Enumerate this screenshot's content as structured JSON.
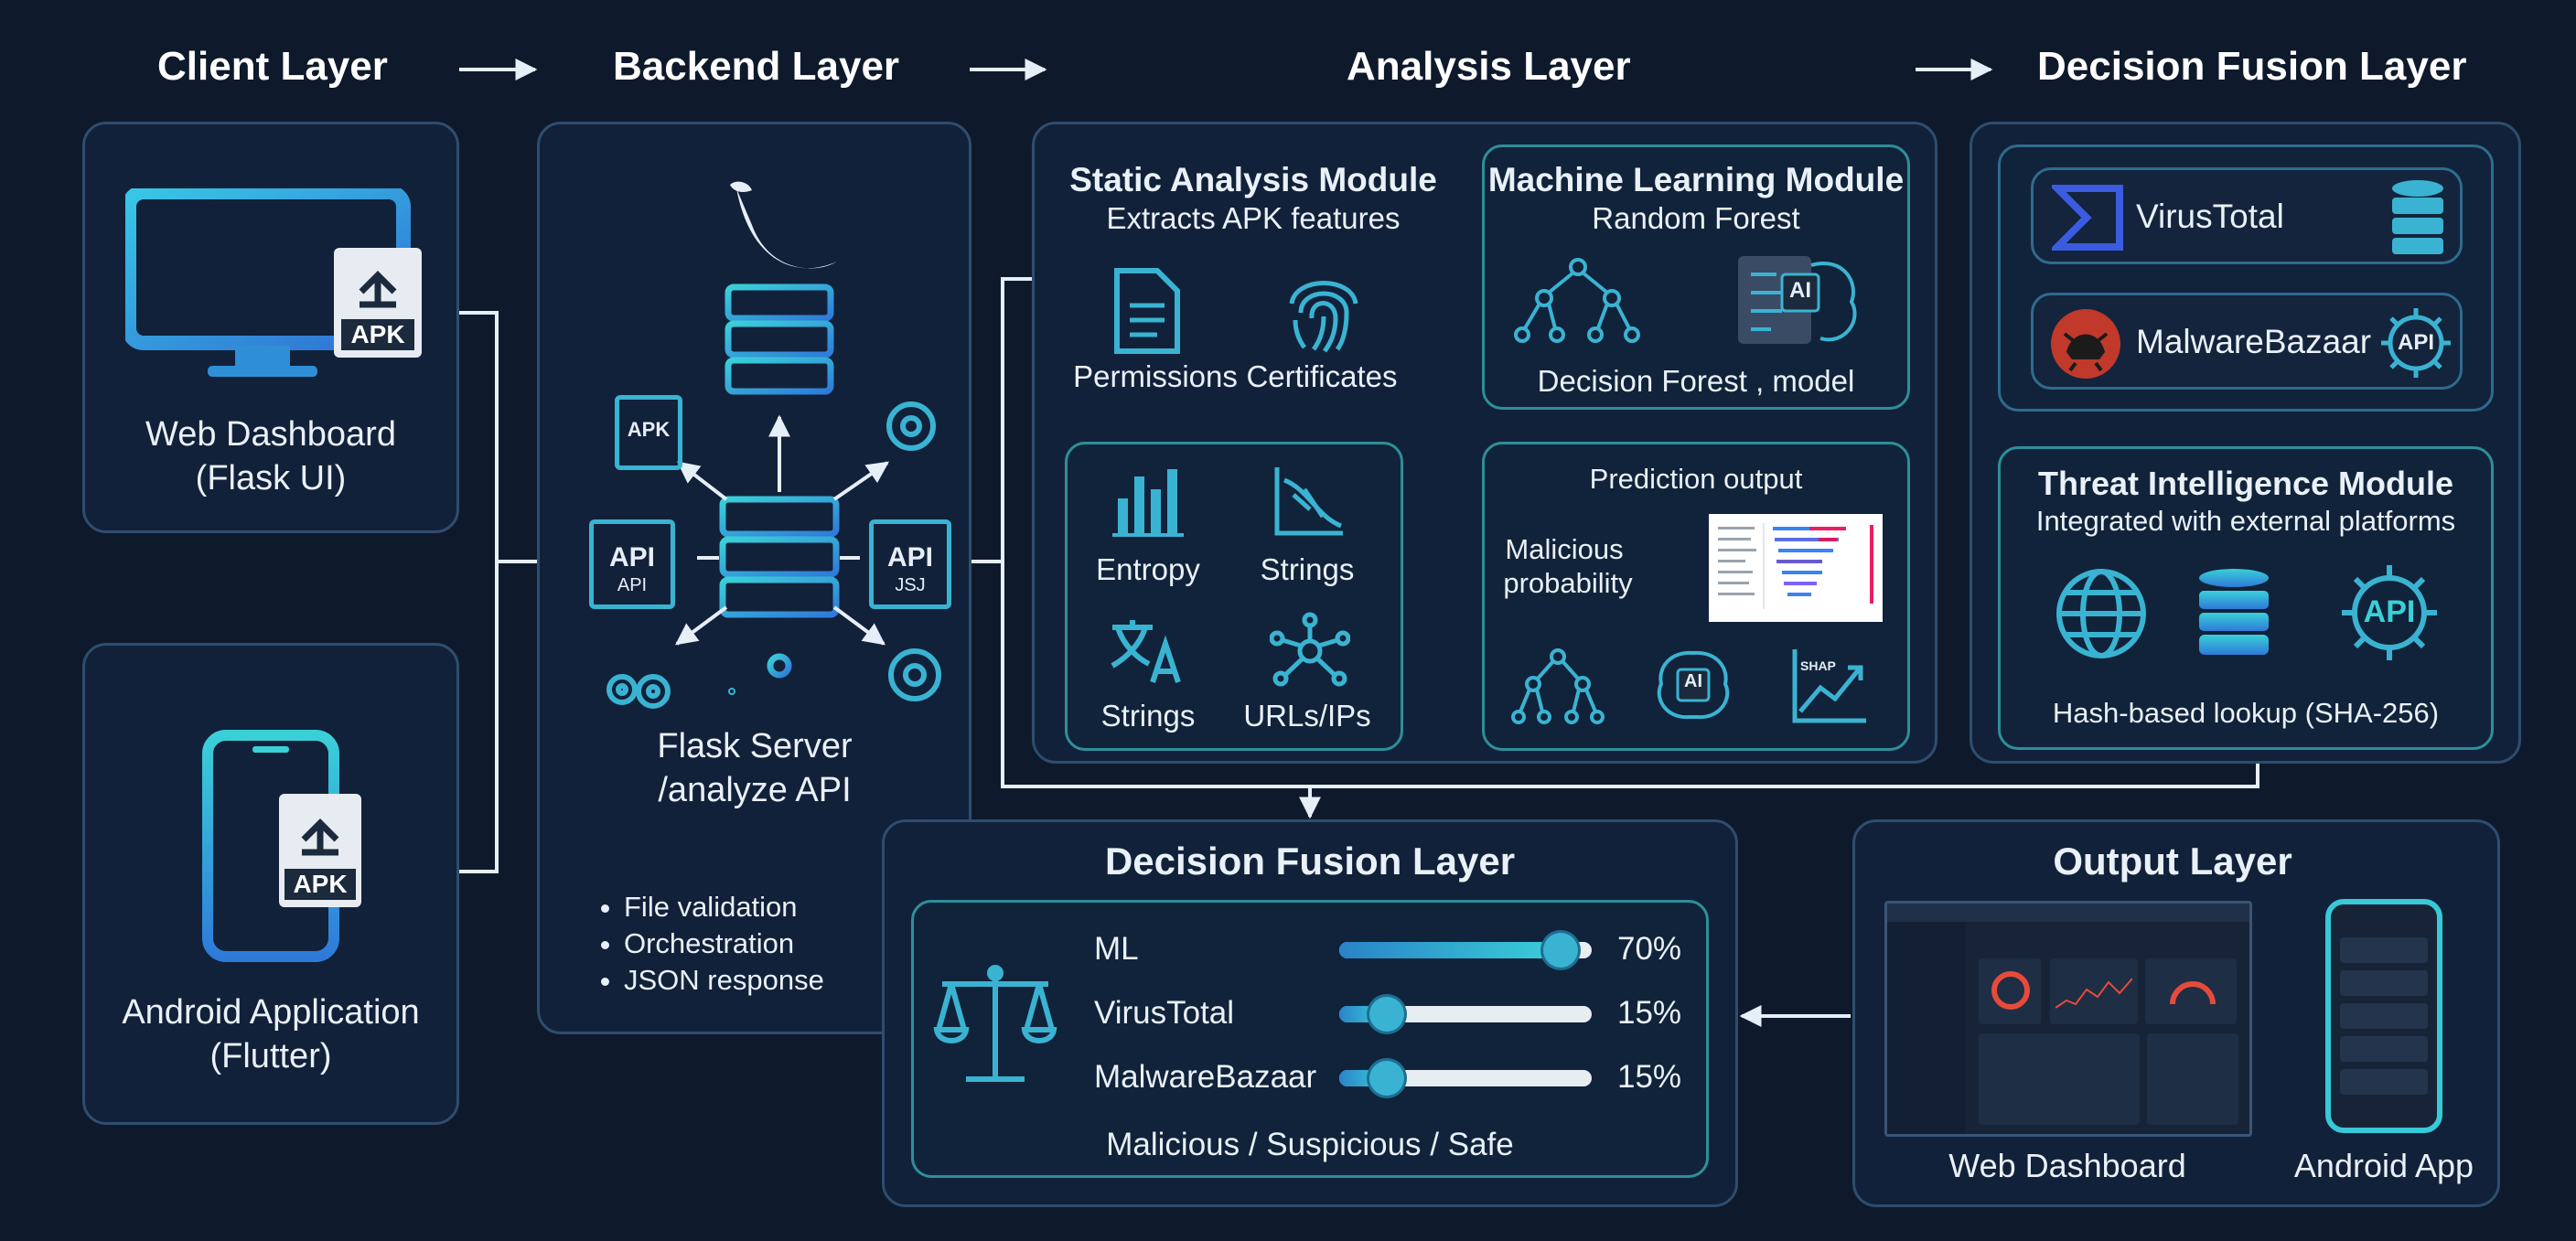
{
  "headers": {
    "client": "Client Layer",
    "backend": "Backend Layer",
    "analysis": "Analysis Layer",
    "fusion_top": "Decision Fusion Layer"
  },
  "client": {
    "web": {
      "line1": "Web Dashboard",
      "line2": "(Flask UI)",
      "file_tag": "APK"
    },
    "android": {
      "line1": "Android Application",
      "line2": "(Flutter)",
      "file_tag": "APK"
    }
  },
  "backend": {
    "server_line1": "Flask Server",
    "server_line2": "/analyze API",
    "apk_tag": "APK",
    "api_left_tag": "API",
    "api_left_sub": "API",
    "api_right_tag": "API",
    "api_right_sub": "JSJ",
    "bullets": [
      "File validation",
      "Orchestration",
      "JSON response"
    ]
  },
  "static_module": {
    "title": "Static Analysis Module",
    "subtitle": "Extracts APK features",
    "items": [
      "Permissions",
      "Certificates"
    ],
    "sub_items": [
      "Entropy",
      "Strings",
      "Strings",
      "URLs/IPs"
    ]
  },
  "ml_module": {
    "title": "Machine Learning Module",
    "subtitle": "Random Forest",
    "caption": "Decision Forest , model",
    "ai_tag": "AI"
  },
  "prediction": {
    "title": "Prediction output",
    "label_line1": "Malicious",
    "label_line2": "probability",
    "ai_tag": "AI",
    "shap_tag": "SHAP"
  },
  "threat_sources": {
    "virustotal": "VirusTotal",
    "malwarebazaar": "MalwareBazaar",
    "api_tag": "API"
  },
  "threat_module": {
    "title": "Threat Intelligence Module",
    "subtitle": "Integrated with external platforms",
    "api_tag": "API",
    "caption": "Hash-based lookup (SHA-256)"
  },
  "fusion": {
    "title": "Decision Fusion Layer",
    "verdict": "Malicious / Suspicious / Safe",
    "weights": [
      {
        "label": "ML",
        "value": 0.7,
        "text": "70%"
      },
      {
        "label": "VirusTotal",
        "value": 0.15,
        "text": "15%"
      },
      {
        "label": "MalwareBazaar",
        "value": 0.15,
        "text": "15%"
      }
    ]
  },
  "output": {
    "title": "Output Layer",
    "web": "Web Dashboard",
    "android": "Android App"
  },
  "colors": {
    "accent": "#3ad0d8",
    "border": "#2f4d6e",
    "background": "#0e1a2c"
  }
}
